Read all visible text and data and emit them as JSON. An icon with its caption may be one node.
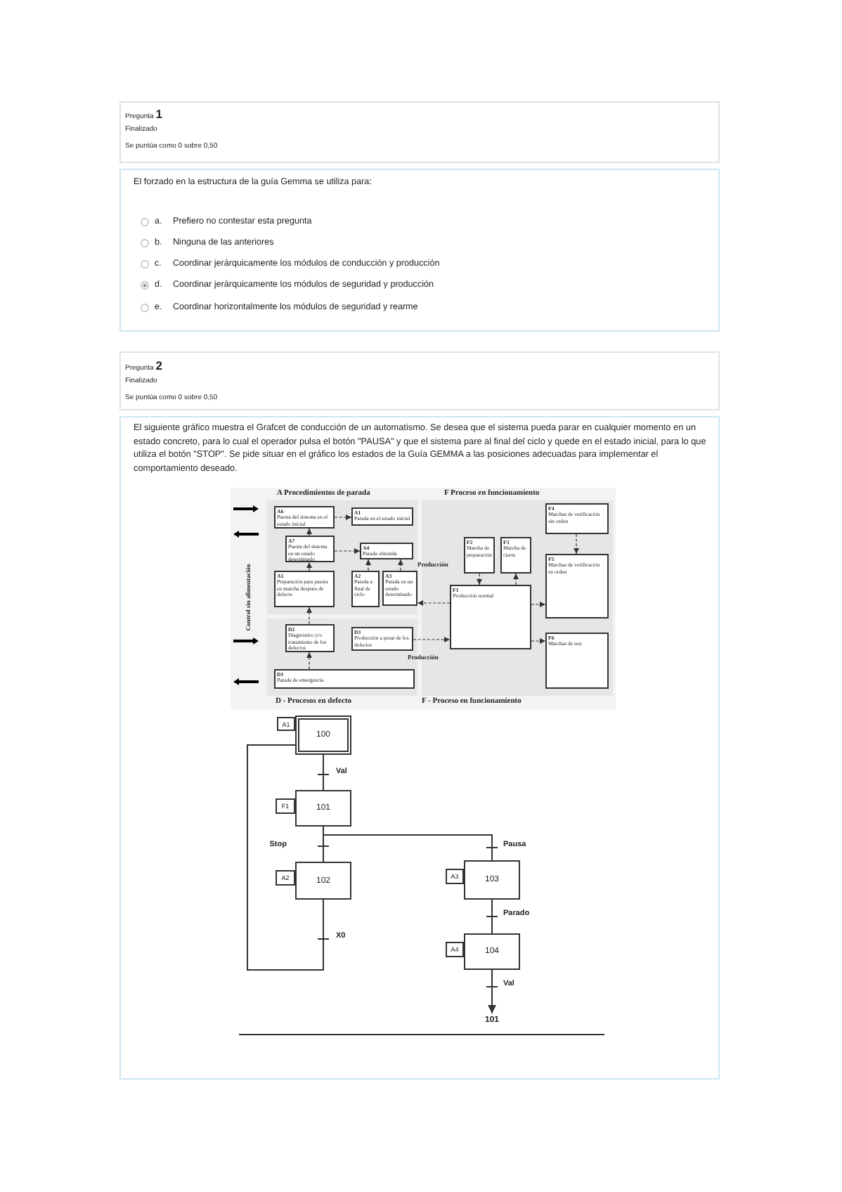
{
  "diagram": {
    "nodes": [
      {
        "text": [
          "A6",
          "Puesta del sistema en el estado inicial"
        ]
      },
      {
        "text": [
          "A1",
          "Parada en el estado inicial"
        ]
      },
      {
        "text": [
          "A7",
          "Puesta del sistema en un estado determinado"
        ]
      },
      {
        "text": [
          "A4",
          "Parada obtenida"
        ]
      },
      {
        "text": [
          "A5",
          "Preparación para puesta en marcha después de defecto"
        ]
      },
      {
        "text": [
          "A2",
          "Parada a final de ciclo"
        ]
      },
      {
        "text": [
          "A3",
          "Parada en un estado determinado"
        ]
      },
      {
        "text": [
          "D2",
          "Diagnóstico y/o tratamiento de los defectos"
        ]
      },
      {
        "text": [
          "D3",
          "Producción a pesar de los defectos"
        ]
      },
      {
        "text": [
          "D1",
          "Parada de emergencia"
        ]
      },
      {
        "text": [
          "F2",
          "Marcha de preparación"
        ]
      },
      {
        "text": [
          "F3",
          "Marcha de cierre"
        ]
      },
      {
        "text": [
          "F1",
          "Producción normal"
        ]
      },
      {
        "text": [
          "F4",
          "Marchas de verificación sin orden"
        ]
      },
      {
        "text": [
          "F5",
          "Marchas de verificación en orden"
        ]
      },
      {
        "text": [
          "F6",
          "Marchas de test"
        ]
      },
      {
        "text": [
          "100"
        ]
      },
      {
        "text": [
          "A1"
        ]
      },
      {
        "text": [
          "101"
        ]
      },
      {
        "text": [
          "F1"
        ]
      },
      {
        "text": [
          "102"
        ]
      },
      {
        "text": [
          "A2"
        ]
      },
      {
        "text": [
          "103"
        ]
      },
      {
        "text": [
          "A3"
        ]
      },
      {
        "text": [
          "104"
        ]
      },
      {
        "text": [
          "A4"
        ]
      },
      {
        "text": [
          "101"
        ]
      }
    ],
    "edges": [
      {
        "from": 0,
        "to": 1,
        "arrow": "to",
        "style": "dashed"
      },
      {
        "from": 2,
        "to": 3,
        "arrow": "to",
        "style": "dashed"
      },
      {
        "from": 4,
        "to": 2,
        "arrow": "to",
        "style": "dashed"
      },
      {
        "from": 2,
        "to": 0,
        "arrow": "to",
        "style": "dashed"
      },
      {
        "from": 7,
        "to": 4,
        "arrow": "to",
        "style": "dashed"
      },
      {
        "from": 9,
        "to": 7,
        "arrow": "to",
        "style": "dashed"
      },
      {
        "from": 5,
        "to": 3,
        "arrow": "to",
        "style": "dashed"
      },
      {
        "from": 6,
        "to": 3,
        "arrow": "to",
        "style": "dashed"
      },
      {
        "from": 12,
        "to": 6,
        "arrow": "to",
        "style": "dashed"
      },
      {
        "from": 10,
        "to": 12,
        "arrow": "to",
        "style": "dashed"
      },
      {
        "from": 12,
        "to": 11,
        "arrow": "to",
        "style": "dashed"
      },
      {
        "from": 12,
        "to": 14,
        "arrow": "to",
        "style": "dashed"
      },
      {
        "from": 12,
        "to": 15,
        "arrow": "to",
        "style": "dashed"
      },
      {
        "from": 13,
        "to": 14,
        "arrow": "to",
        "style": "dashed"
      },
      {
        "from": 8,
        "to": 12,
        "arrow": "to",
        "style": "dashed"
      },
      {
        "from": 16,
        "to": 18,
        "arrow": "none",
        "label": "Val"
      },
      {
        "from": 18,
        "to": 20,
        "arrow": "none",
        "label": "Stop"
      },
      {
        "from": 18,
        "to": 22,
        "arrow": "none",
        "label": "Pausa"
      },
      {
        "from": 22,
        "to": 24,
        "arrow": "none",
        "label": "Parado"
      },
      {
        "from": 24,
        "to": 26,
        "arrow": "to",
        "label": "Val"
      },
      {
        "from": 20,
        "to": 16,
        "arrow": "none",
        "label": "X0"
      }
    ],
    "labels": [
      "Pregunta **1**",
      "Finalizado",
      "Se puntúa como 0 sobre 0,50",
      "El forzado en la estructura de la guía Gemma se utiliza para:",
      "a.",
      "Prefiero no contestar esta pregunta",
      "b.",
      "Ninguna de las anteriores",
      "c.",
      "Coordinar jerárquicamente los módulos de conducción y producción",
      "d.",
      "Coordinar jerárquicamente los módulos de seguridad y producción",
      "e.",
      "Coordinar horizontalmente los módulos de seguridad y rearme",
      "Pregunta **2**",
      "Finalizado",
      "Se puntúa como 0 sobre 0,50",
      "El siguiente gráfico muestra el Grafcet de conducción de un automatismo. Se desea que el sistema pueda parar en cualquier momento en un estado concreto, para lo cual el operador pulsa el botón \"PAUSA\" y que el sistema pare al final del ciclo y quede en el estado inicial, para lo que utiliza el botón \"STOP\". Se pide situar en el gráfico los estados de la Guía GEMMA a las posiciones adecuadas para implementar el comportamiento deseado.",
      "A Procedimientos de parada",
      "F Proceso en funcionamiento",
      "Producción",
      "Producción",
      "D - Procesos en defecto",
      "F - Proceso en funcionamiento",
      "Control sin alimentación"
    ]
  }
}
